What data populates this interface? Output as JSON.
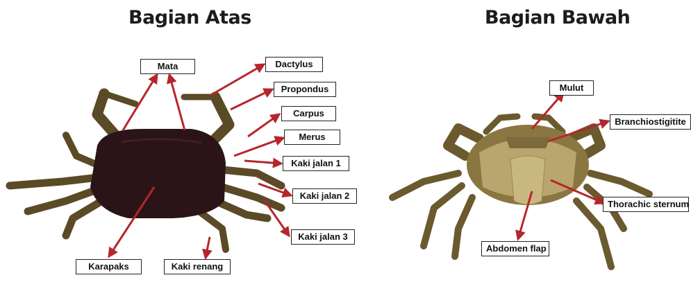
{
  "titles": {
    "top_view": "Bagian Atas",
    "bottom_view": "Bagian Bawah"
  },
  "labels": {
    "mata": "Mata",
    "dactylus": "Dactylus",
    "propondus": "Propondus",
    "carpus": "Carpus",
    "merus": "Merus",
    "kaki_jalan_1": "Kaki jalan 1",
    "kaki_jalan_2": "Kaki jalan 2",
    "kaki_jalan_3": "Kaki jalan 3",
    "karapaks": "Karapaks",
    "kaki_renang": "Kaki renang",
    "mulut": "Mulut",
    "branchiostigitite": "Branchiostigitite",
    "thorachic_sternum": "Thorachic sternum",
    "abdomen_flap": "Abdomen flap"
  },
  "colors": {
    "arrow": "#b5262b",
    "carapace_top": "#2a1418",
    "crab_body": "#6b5a2e",
    "crab_underside": "#b9a56e"
  }
}
